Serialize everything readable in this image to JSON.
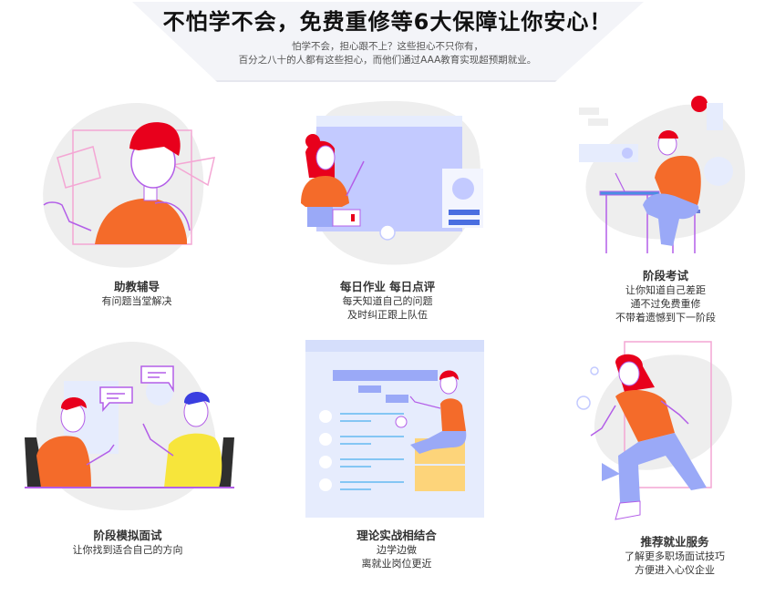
{
  "header": {
    "title": "不怕学不会，免费重修等6大保障让你安心！",
    "subtitle_line1": "怕学不会，担心跟不上？这些担心不只你有，",
    "subtitle_line2": "百分之八十的人都有这些担心，而他们通过AAA教育实现超预期就业。"
  },
  "colors": {
    "banner_bg": "#f3f4f8",
    "blob": "#eeeeee",
    "orange": "#f46b2a",
    "red_hair": "#e8001c",
    "purple_line": "#b35ee8",
    "pink_line": "#f4a6d4",
    "periwinkle": "#c3caff",
    "light_blue": "#e6ecfd",
    "pants_blue": "#9aa9f7",
    "blue_bar": "#4a6ee0",
    "yellow": "#f7e53b",
    "box_yellow": "#fdd47a"
  },
  "features": [
    {
      "title": "助教辅导",
      "lines": [
        "有问题当堂解决"
      ],
      "illustration": "tutor-waving"
    },
    {
      "title": "每日作业 每日点评",
      "lines": [
        "每天知道自己的问题",
        "及时纠正跟上队伍"
      ],
      "illustration": "teacher-at-board"
    },
    {
      "title": "阶段考试",
      "lines": [
        "让你知道自己差距",
        "通不过免费重修",
        "不带着遗憾到下一阶段"
      ],
      "illustration": "student-at-laptop"
    },
    {
      "title": "阶段模拟面试",
      "lines": [
        "让你找到适合自己的方向"
      ],
      "illustration": "two-people-talking"
    },
    {
      "title": "理论实战相结合",
      "lines": [
        "边学边做",
        "离就业岗位更近"
      ],
      "illustration": "person-on-boxes-with-list"
    },
    {
      "title": "推荐就业服务",
      "lines": [
        "了解更多职场面试技巧",
        "方便进入心仪企业"
      ],
      "illustration": "woman-walking-out-of-door"
    }
  ]
}
